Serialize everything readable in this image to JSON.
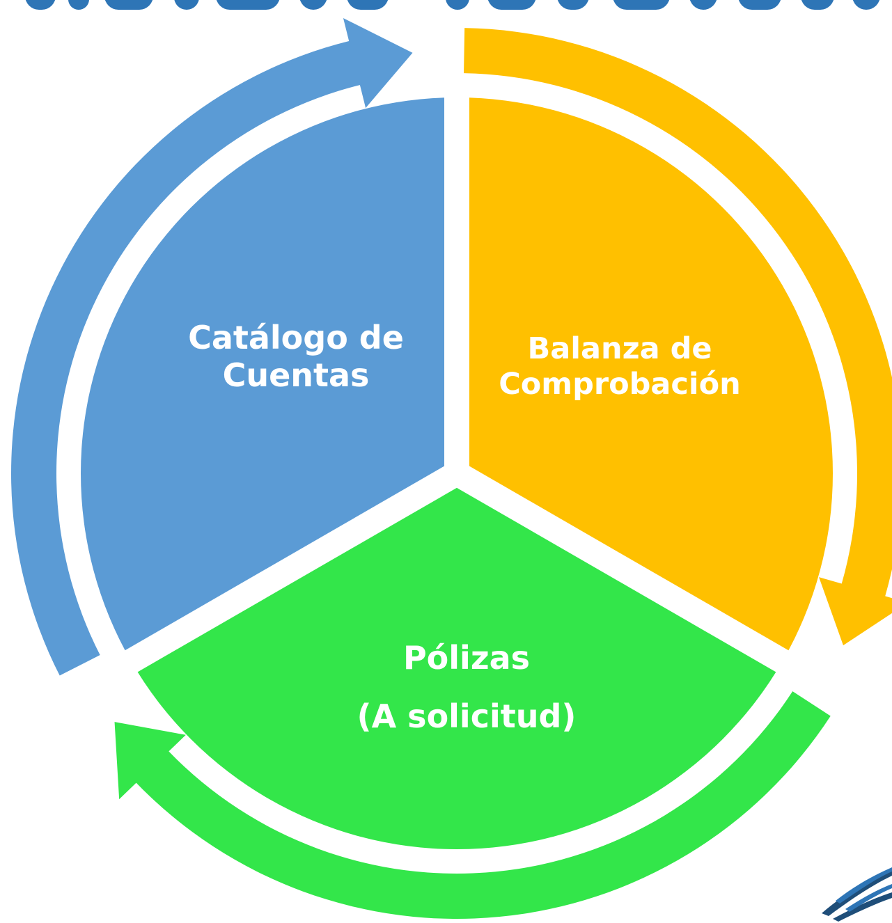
{
  "diagram": {
    "segments": [
      {
        "id": "catalogo",
        "line1": "Catálogo de",
        "line2": "Cuentas",
        "color": "#5b9bd5"
      },
      {
        "id": "balanza",
        "line1": "Balanza de",
        "line2": "Comprobación",
        "color": "#ffc000"
      },
      {
        "id": "polizas",
        "line1": "Pólizas",
        "line2": "(A solicitud)",
        "color": "#33e64a"
      }
    ],
    "arrows": [
      {
        "from": "catalogo",
        "to": "balanza",
        "color": "#5b9bd5"
      },
      {
        "from": "balanza",
        "to": "polizas",
        "color": "#ffc000"
      },
      {
        "from": "polizas",
        "to": "catalogo",
        "color": "#33e64a"
      }
    ],
    "title_strip_color": "#2e75b6",
    "logo_color": "#1f4e79"
  }
}
